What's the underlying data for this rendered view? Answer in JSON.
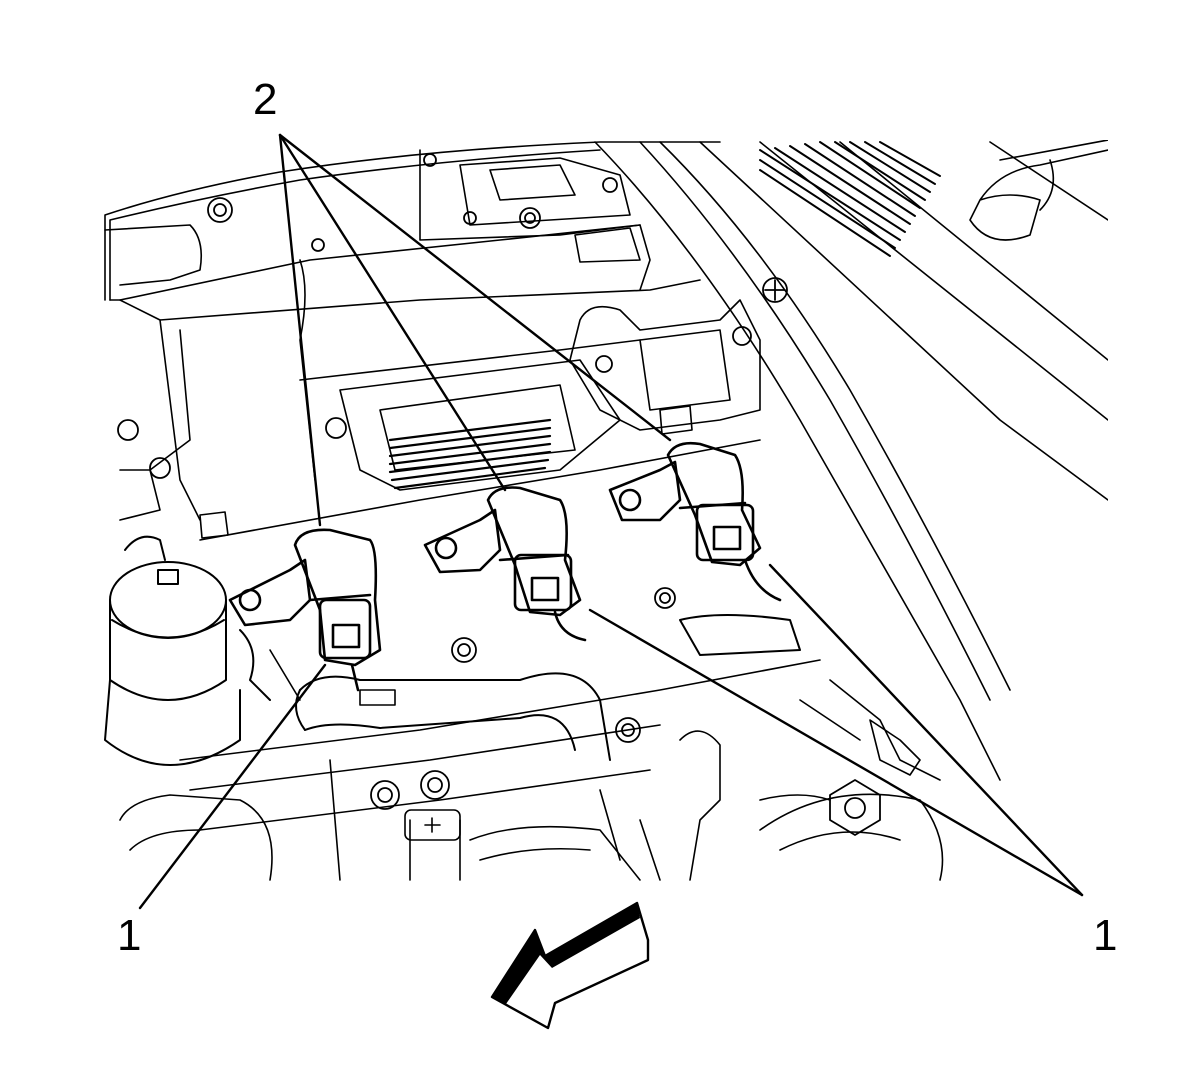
{
  "callouts": {
    "top": "2",
    "bottom_left": "1",
    "bottom_right": "1"
  },
  "colors": {
    "line": "#000000",
    "background": "#ffffff"
  },
  "icons": {
    "direction_arrow": "front-arrow-icon"
  }
}
